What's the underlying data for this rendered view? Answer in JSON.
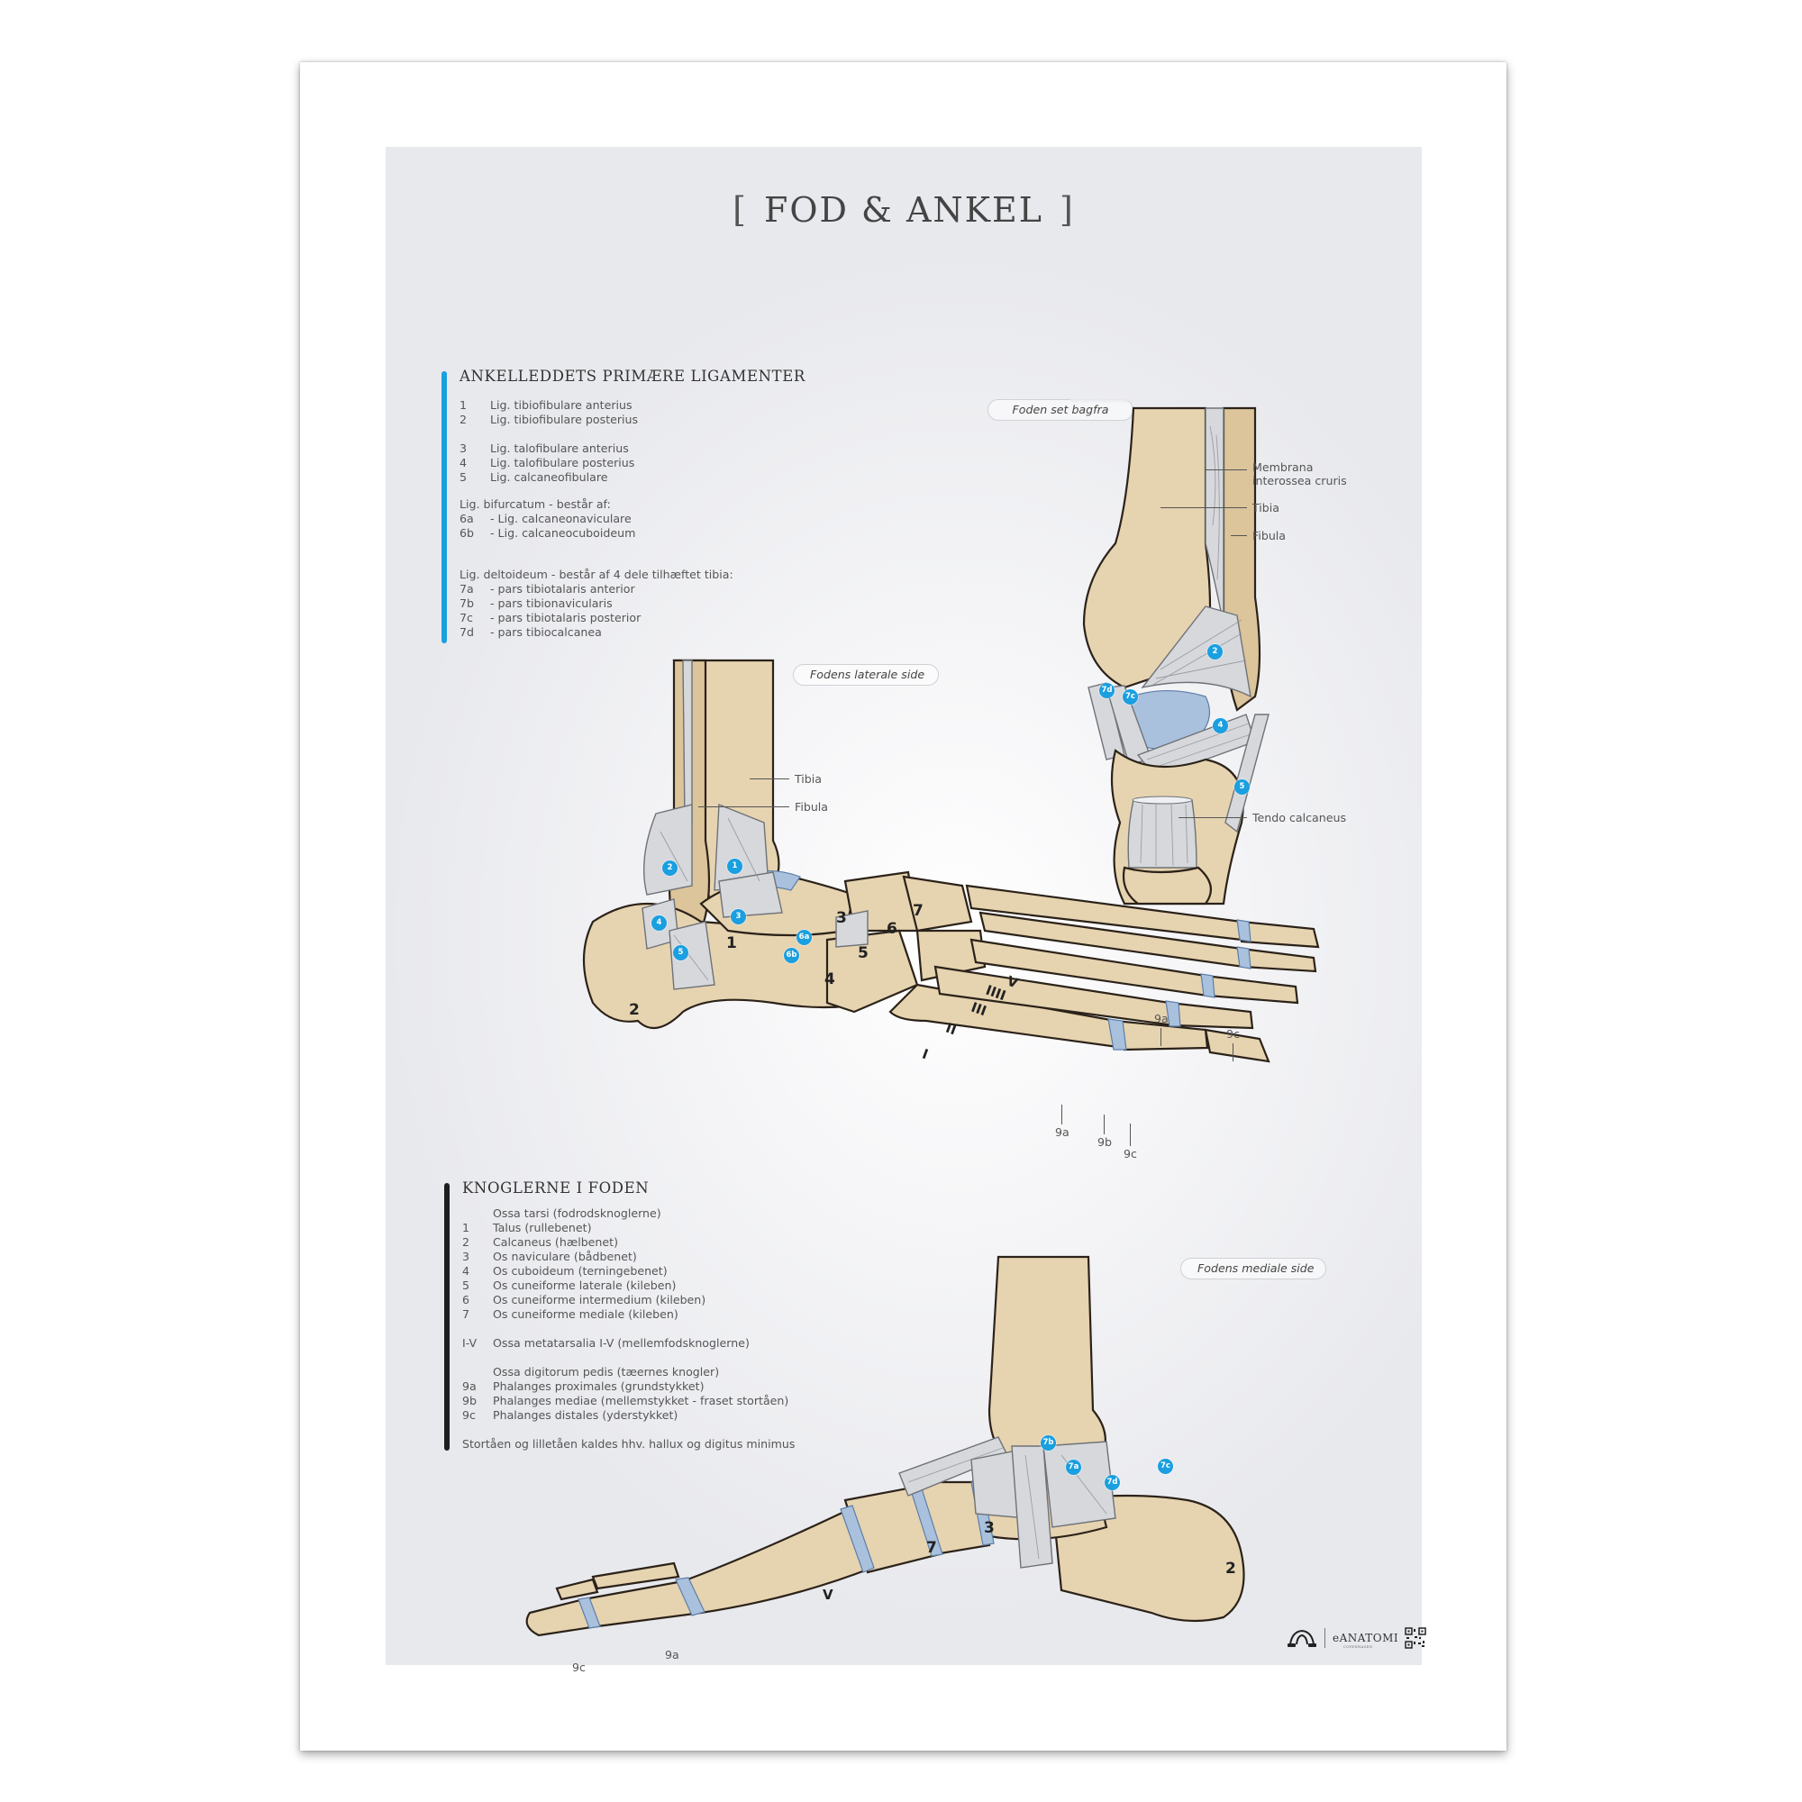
{
  "poster": {
    "title": "FOD & ANKEL",
    "bracket_open": "[",
    "bracket_close": "]"
  },
  "colors": {
    "accent_blue": "#1a9fe0",
    "bar_dark": "#1e1e1e",
    "panel_bg": "#e9eaee",
    "bone": "#e6d3b0",
    "ligament": "#d6d8db",
    "cartilage": "#a9c1dd"
  },
  "ligaments_section": {
    "heading": "ANKELLEDDETS PRIMÆRE LIGAMENTER",
    "groups": [
      {
        "rows": [
          {
            "code": "1",
            "text": "Lig. tibiofibulare anterius"
          },
          {
            "code": "2",
            "text": "Lig. tibiofibulare posterius"
          }
        ]
      },
      {
        "rows": [
          {
            "code": "3",
            "text": "Lig. talofibulare anterius"
          },
          {
            "code": "4",
            "text": "Lig. talofibulare posterius"
          },
          {
            "code": "5",
            "text": "Lig. calcaneofibulare"
          }
        ]
      },
      {
        "rows": [
          {
            "code": "",
            "text": "Lig. bifurcatum - består af:"
          },
          {
            "code": "6a",
            "text": "- Lig. calcaneonaviculare"
          },
          {
            "code": "6b",
            "text": "- Lig. calcaneocuboideum"
          }
        ]
      },
      {
        "rows": [
          {
            "code": "",
            "text": "Lig. deltoideum - består af 4 dele tilhæftet tibia:"
          },
          {
            "code": "7a",
            "text": "- pars tibiotalaris anterior"
          },
          {
            "code": "7b",
            "text": "- pars tibionavicularis"
          },
          {
            "code": "7c",
            "text": "- pars tibiotalaris posterior"
          },
          {
            "code": "7d",
            "text": "- pars tibiocalcanea"
          }
        ]
      }
    ]
  },
  "bones_section": {
    "heading": "KNOGLERNE I FODEN",
    "groups": [
      {
        "rows": [
          {
            "code": "",
            "text": "Ossa tarsi (fodrodsknoglerne)"
          },
          {
            "code": "1",
            "text": "Talus (rullebenet)"
          },
          {
            "code": "2",
            "text": "Calcaneus (hælbenet)"
          },
          {
            "code": "3",
            "text": "Os naviculare (bådbenet)"
          },
          {
            "code": "4",
            "text": "Os cuboideum (terningebenet)"
          },
          {
            "code": "5",
            "text": "Os cuneiforme laterale (kileben)"
          },
          {
            "code": "6",
            "text": "Os cuneiforme intermedium (kileben)"
          },
          {
            "code": "7",
            "text": "Os cuneiforme mediale (kileben)"
          }
        ]
      },
      {
        "rows": [
          {
            "code": "I-V",
            "text": "Ossa metatarsalia I-V (mellemfodsknoglerne)"
          }
        ]
      },
      {
        "rows": [
          {
            "code": "",
            "text": "Ossa digitorum pedis (tæernes knogler)"
          },
          {
            "code": "9a",
            "text": "Phalanges proximales (grundstykket)"
          },
          {
            "code": "9b",
            "text": "Phalanges mediae (mellemstykket -  fraset stortåen)"
          },
          {
            "code": "9c",
            "text": "Phalanges distales (yderstykket)"
          }
        ]
      },
      {
        "rows": [
          {
            "code": "",
            "text": "Stortåen og lilletåen kaldes hhv. hallux og digitus minimus"
          }
        ]
      }
    ]
  },
  "posterior_view": {
    "caption": "Foden set bagfra",
    "labels": {
      "membrana_1": "Membrana",
      "membrana_2": "interossea cruris",
      "tibia": "Tibia",
      "fibula": "Fibula",
      "tendo": "Tendo calcaneus"
    },
    "badges": [
      "2",
      "7d",
      "7c",
      "4",
      "5"
    ]
  },
  "lateral_view": {
    "caption": "Fodens laterale side",
    "labels": {
      "tibia": "Tibia",
      "fibula": "Fibula",
      "9a_top": "9a",
      "9c_top": "9c",
      "9a_bottom": "9a",
      "9b_bottom": "9b",
      "9c_bottom": "9c"
    },
    "badges": [
      "2",
      "1",
      "4",
      "3",
      "5",
      "6a",
      "6b"
    ],
    "bone_numbers": [
      "1",
      "2",
      "3",
      "4",
      "5",
      "6",
      "7"
    ],
    "metatarsals": [
      "I",
      "II",
      "III",
      "IIII",
      "V"
    ]
  },
  "medial_view": {
    "caption": "Fodens mediale side",
    "labels": {
      "9a": "9a",
      "9c": "9c"
    },
    "badges": [
      "7b",
      "7a",
      "7d",
      "7c"
    ],
    "bone_numbers": [
      "2",
      "3",
      "7"
    ],
    "metatarsals": [
      "V"
    ]
  },
  "logo": {
    "brand": "eANATOMI",
    "sub": "COPENHAGEN"
  }
}
